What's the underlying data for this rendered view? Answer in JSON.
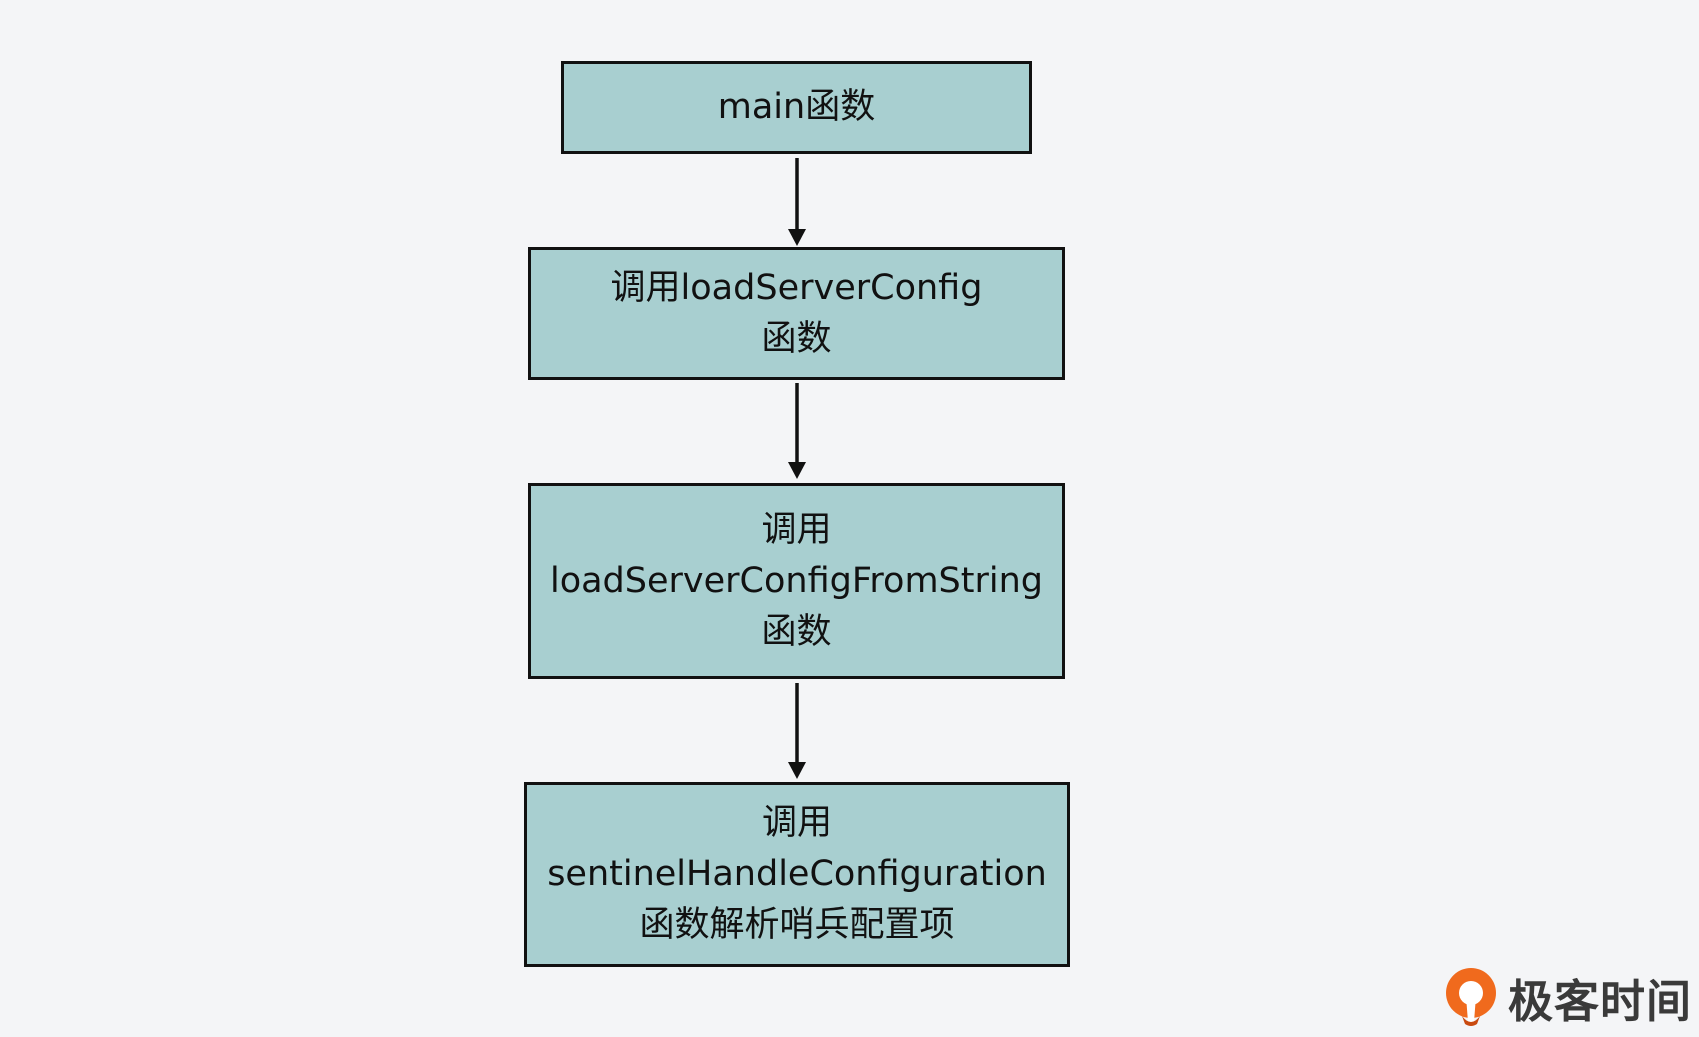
{
  "diagram": {
    "nodes": [
      {
        "id": "main",
        "lines": [
          "main函数"
        ]
      },
      {
        "id": "load-server-config",
        "lines": [
          "调用loadServerConfig",
          "函数"
        ]
      },
      {
        "id": "load-server-config-from-string",
        "lines": [
          "调用",
          "loadServerConfigFromString",
          "函数"
        ]
      },
      {
        "id": "sentinel-handle-configuration",
        "lines": [
          "调用",
          "sentinelHandleConfiguration",
          "函数解析哨兵配置项"
        ]
      }
    ],
    "edges": [
      {
        "from": "main",
        "to": "load-server-config"
      },
      {
        "from": "load-server-config",
        "to": "load-server-config-from-string"
      },
      {
        "from": "load-server-config-from-string",
        "to": "sentinel-handle-configuration"
      }
    ],
    "colors": {
      "node_fill": "#a8cfd0",
      "node_border": "#111111",
      "arrow": "#111111",
      "background": "#f4f5f7"
    }
  },
  "logo": {
    "icon": "geektime-logo-icon",
    "text": "极客时间",
    "colors": {
      "icon": "#f06a1d",
      "text": "#3a3a3a"
    }
  }
}
